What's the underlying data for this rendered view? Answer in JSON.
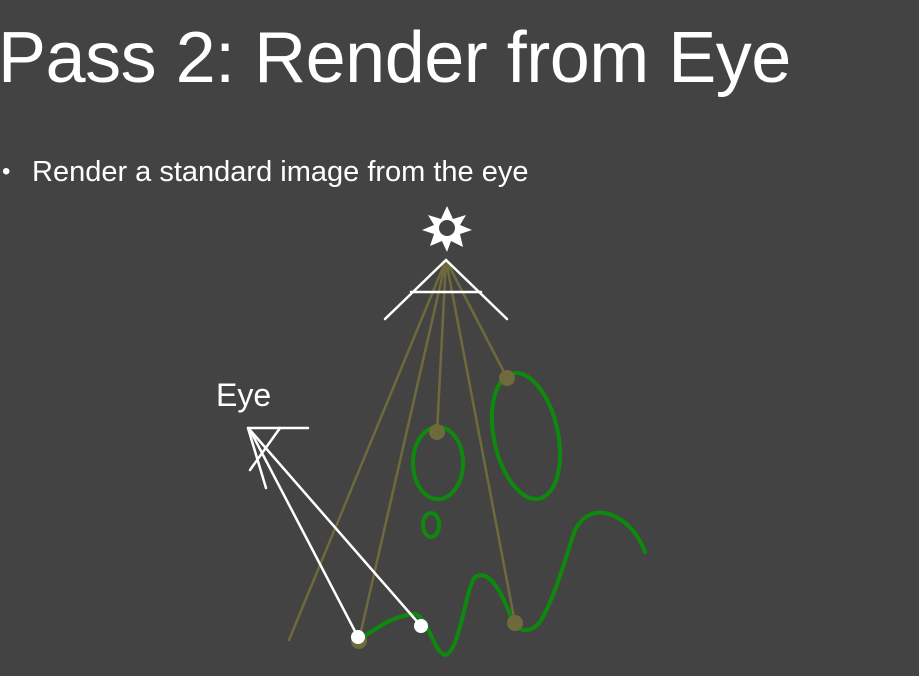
{
  "slide": {
    "title": "Pass 2: Render from Eye",
    "bullets": [
      {
        "marker": "•",
        "text": "Render a standard image from the eye"
      }
    ]
  },
  "diagram": {
    "eye_label": "Eye",
    "icons": {
      "light": "sun-icon",
      "light_camera": "light-frustum-icon",
      "eye_camera": "eye-frustum-icon"
    },
    "colors": {
      "background": "#434343",
      "text": "#ffffff",
      "light_rays": "#6e6a3c",
      "light_sample_points": "#6e6a3c",
      "scene_geometry": "#0d8a0d",
      "eye_rays": "#ffffff",
      "eye_sample_points": "#ffffff"
    }
  }
}
